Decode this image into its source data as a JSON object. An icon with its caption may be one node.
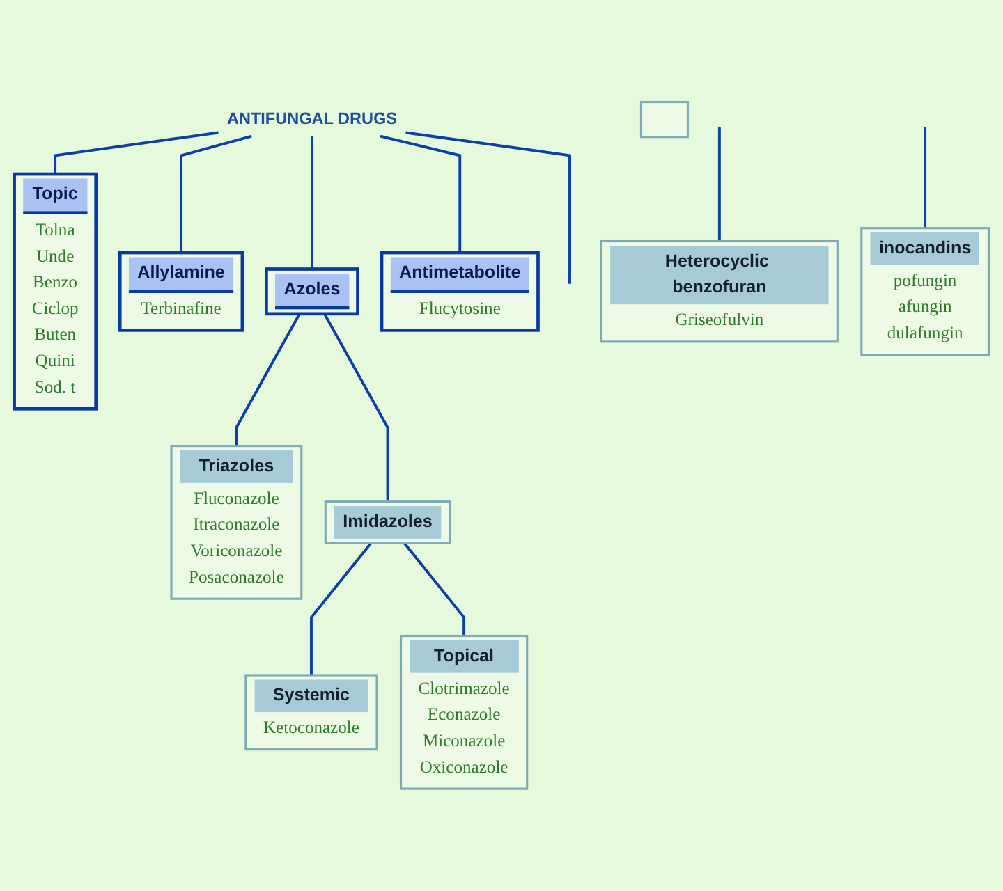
{
  "diagram": {
    "nodes": [
      {
        "text": [
          "ANTIFUNGAL DRUGS"
        ]
      },
      {
        "text": [
          "Topic",
          "Tolna",
          "Unde",
          "Benzo",
          "Ciclop",
          "Buten",
          "Quini",
          "Sod. t"
        ]
      },
      {
        "text": [
          "Allylamine",
          "Terbinafine"
        ]
      },
      {
        "text": [
          "Azoles"
        ]
      },
      {
        "text": [
          "Antimetabolite",
          "Flucytosine"
        ]
      },
      {
        "text": [
          "Heterocyclic benzofuran",
          "Griseofulvin"
        ]
      },
      {
        "text": [],
        "shape": "box"
      },
      {
        "text": [
          "Triazoles",
          "Fluconazole",
          "Itraconazole",
          "Voriconazole",
          "Posaconazole"
        ]
      },
      {
        "text": [
          "Imidazoles"
        ]
      },
      {
        "text": [
          "inocandins",
          "pofungin",
          "afungin",
          "dulafungin"
        ]
      },
      {
        "text": [
          "Systemic",
          "Ketoconazole"
        ]
      },
      {
        "text": [
          "Topical",
          "Clotrimazole",
          "Econazole",
          "Miconazole",
          "Oxiconazole"
        ]
      }
    ],
    "edges": [
      {
        "from": 0,
        "to": 1,
        "arrow": "none"
      },
      {
        "from": 0,
        "to": 2,
        "arrow": "none"
      },
      {
        "from": 0,
        "to": 3,
        "arrow": "none"
      },
      {
        "from": 0,
        "to": 4,
        "arrow": "none"
      },
      {
        "from": 0,
        "to": null,
        "arrow": "none"
      },
      {
        "from": null,
        "to": 5,
        "arrow": "none"
      },
      {
        "from": null,
        "to": 9,
        "arrow": "none"
      },
      {
        "from": 3,
        "to": 7,
        "arrow": "none"
      },
      {
        "from": 3,
        "to": 8,
        "arrow": "none"
      },
      {
        "from": 8,
        "to": 10,
        "arrow": "none"
      },
      {
        "from": 8,
        "to": 11,
        "arrow": "none"
      }
    ]
  }
}
